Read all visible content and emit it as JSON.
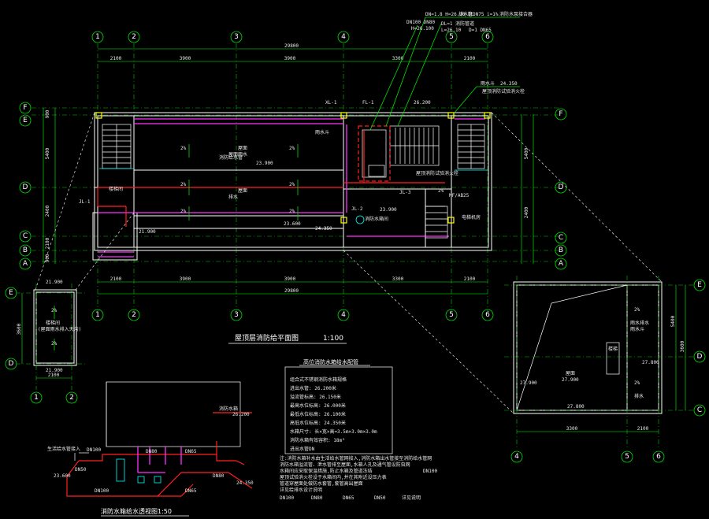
{
  "drawing": {
    "plan_title": "屋顶层消防给平面图",
    "plan_scale": "1:100",
    "riser_title": "消防水箱给水透视图1:50",
    "spec_title": "高位消防水箱给水配管",
    "spec_lines": [
      "组合式不锈钢消防水箱规格",
      "进出水管: 26.200米",
      "溢流管标高: 26.150米",
      "最高水位标高: 26.000米",
      "最低水位标高: 26.100米",
      "高低水位标高: 24.350米",
      "水箱尺寸: 长×宽×高=3.5m×3.0m×3.0m",
      "消防水箱有效容积: 18m³",
      "进出水管DN"
    ],
    "notes": [
      "注:消防水箱补水由生活给水管网接入,消防水箱出水管接至消防给水管网",
      "消防水箱溢流管、泄水管排至屋面,水箱人孔及通气管设防虫网",
      "水箱间应采取保温措施,防止水箱及管道冻结",
      "屋顶试验消火栓设于水箱间内,并在其附近设压力表",
      "管道穿屋面处做防水套管,套管高出屋面",
      "详见给排水设计说明"
    ],
    "notes_row": [
      "DN100",
      "DN80",
      "DN65",
      "DN50",
      "详见说明"
    ],
    "top_notes": [
      "DN=1.8 H=26.20 DL",
      "排水管DN75 i=1%",
      "DN100 DN80",
      "DL=1 消防管道",
      "H=26.100",
      "L=26.10",
      "D=1 DN65",
      "消防水泵接合器"
    ],
    "callouts": {
      "left_tag": "屋面雨水",
      "right_tag": "屋顶消防试验消火栓",
      "room_label": "消防水箱间",
      "stair_label": "楼梯间",
      "elevator": "电梯机房",
      "pipe_label": "消防给水管",
      "jl1": "JL-1",
      "jl2": "JL-2",
      "jl3": "JL-3",
      "xl": "XL-1",
      "fl": "FL-1",
      "mh": "MF/AB25",
      "slope": "2%",
      "gutter": "雨水斗",
      "roof": "屋面",
      "water": "排水",
      "h1": "23.900",
      "h2": "24.350",
      "h3": "23.600",
      "h4": "21.900",
      "h5": "27.900",
      "h6": "26.200"
    },
    "axes_top": [
      "1",
      "2",
      "3",
      "4",
      "5",
      "6"
    ],
    "axes_side": [
      "F",
      "E",
      "D",
      "C",
      "B",
      "A"
    ],
    "dims_top": [
      "2100",
      "3900",
      "3900",
      "3300",
      "2100"
    ],
    "dims_total": "29800",
    "dims_side": [
      "900",
      "5400",
      "2400",
      "2100",
      "900"
    ],
    "small_plan": {
      "axes_x": [
        "1",
        "2"
      ],
      "axes_y": [
        "E",
        "D"
      ],
      "dim": "2100",
      "dim_v": "3600",
      "text1": "楼梯间",
      "text2": "(屋面雨水排入天沟)"
    },
    "big_plan": {
      "axes_x": [
        "4",
        "5",
        "6"
      ],
      "axes_y": [
        "E",
        "D",
        "C"
      ],
      "dims": [
        "3300",
        "2100"
      ],
      "dims_v": [
        "5400",
        "3600"
      ],
      "label": "屋面",
      "label2": "雨水排水",
      "stairs": "楼梯",
      "h": "27.900",
      "h2": "27.800"
    },
    "riser": {
      "tank_label": "消防水箱",
      "pipes": [
        "DN100",
        "DN80",
        "DN65",
        "DN50",
        "DN100",
        "DN65",
        "DN80"
      ],
      "inlet": "生活给水管接入"
    }
  }
}
